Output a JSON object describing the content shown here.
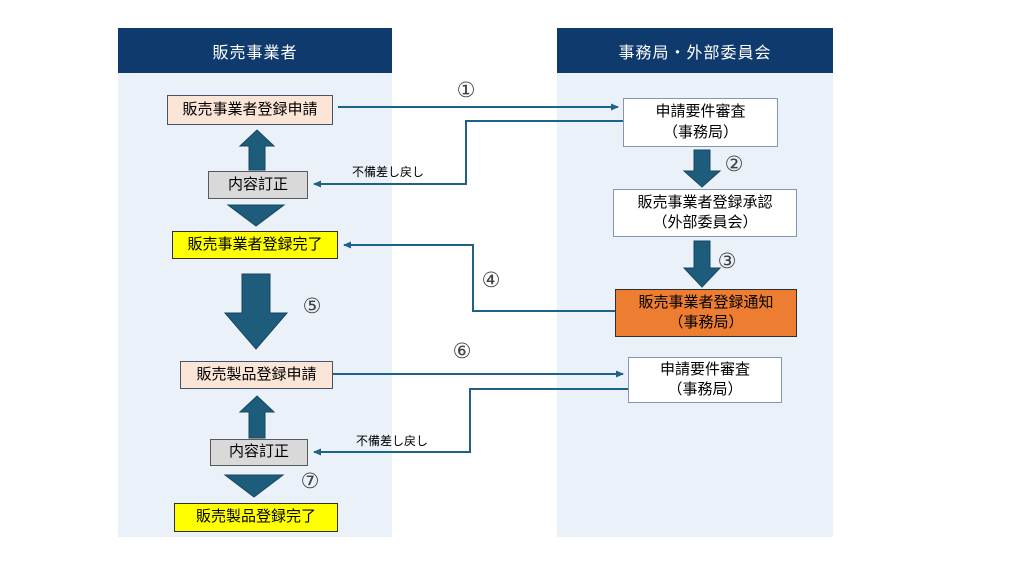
{
  "diagram": {
    "columns": {
      "left": {
        "title": "販売事業者"
      },
      "right": {
        "title": "事務局・外部委員会"
      }
    },
    "nodes": {
      "seller_reg_apply": "販売事業者登録申請",
      "correction1": "内容訂正",
      "seller_reg_done": "販売事業者登録完了",
      "product_reg_apply": "販売製品登録申請",
      "correction2": "内容訂正",
      "product_reg_done": "販売製品登録完了",
      "review1": "申請要件審査\n（事務局）",
      "approval": "販売事業者登録承認\n（外部委員会）",
      "notice": "販売事業者登録通知\n（事務局）",
      "review2": "申請要件審査\n（事務局）"
    },
    "steps": {
      "1": "①",
      "2": "②",
      "3": "③",
      "4": "④",
      "5": "⑤",
      "6": "⑥",
      "7": "⑦"
    },
    "edge_labels": {
      "return1": "不備差し戻し",
      "return2": "不備差し戻し"
    },
    "colors": {
      "header_bg": "#0F3A6D",
      "panel_bg": "#EAF1F9",
      "connector": "#1F6287",
      "block_arrow": "#1E5C7C",
      "apply_box_fill": "#FBE5D6",
      "correction_box_fill": "#D9D9D9",
      "done_box_fill": "#FFFF00",
      "notice_box_fill": "#ED7D31",
      "review_box_fill": "#FFFFFF"
    }
  }
}
